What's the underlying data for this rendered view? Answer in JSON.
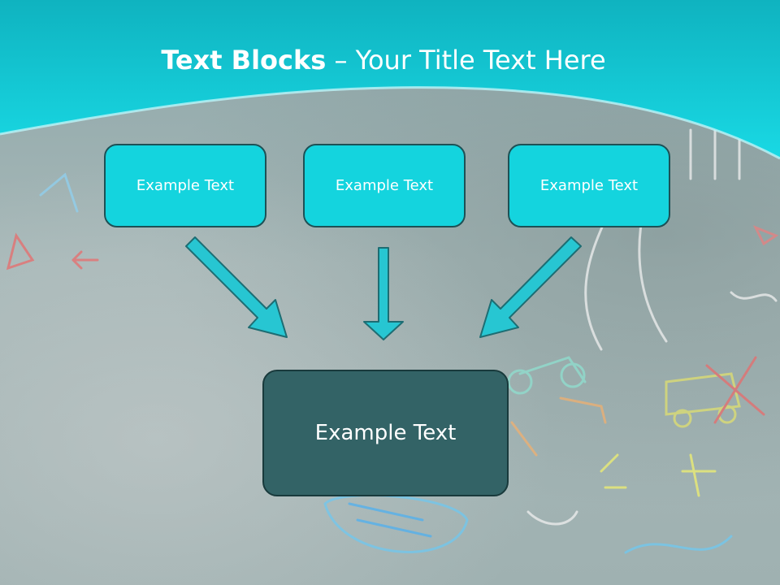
{
  "slide": {
    "title_bold": "Text Blocks",
    "title_rest": " – Your Title Text Here"
  },
  "blocks": [
    {
      "label": "Example Text"
    },
    {
      "label": "Example Text"
    },
    {
      "label": "Example Text"
    }
  ],
  "main_block": {
    "label": "Example Text"
  },
  "colors": {
    "accent": "#14d4de",
    "header_gradient_top": "#0fb3c0",
    "header_gradient_bottom": "#19d9e4",
    "main_block_fill": "#336366",
    "arrow_fill": "#27c6d2",
    "arrow_stroke": "#1d6d73"
  }
}
